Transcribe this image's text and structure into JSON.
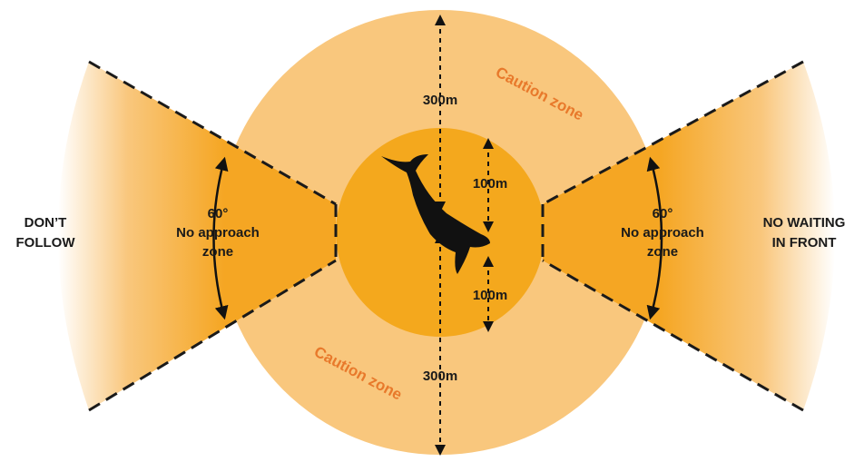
{
  "labels": {
    "dont_follow": [
      "DON’T",
      "FOLLOW"
    ],
    "no_waiting": [
      "NO WAITING",
      "IN FRONT"
    ],
    "left_sector": [
      "60°",
      "No approach",
      "zone"
    ],
    "right_sector": [
      "60°",
      "No approach",
      "zone"
    ],
    "caution_top": "Caution zone",
    "caution_bottom": "Caution zone",
    "dist_outer_top": "300m",
    "dist_outer_bottom": "300m",
    "dist_inner_top": "100m",
    "dist_inner_bottom": "100m"
  },
  "colors": {
    "outer_zone": "#f9c77d",
    "inner_zone": "#f4a81d",
    "sector": "#f5a623",
    "label_text": "#1a1a1a",
    "caution_text": "#e8792b",
    "whale": "#111111"
  },
  "icons": {
    "whale": "humpback-whale-icon"
  }
}
